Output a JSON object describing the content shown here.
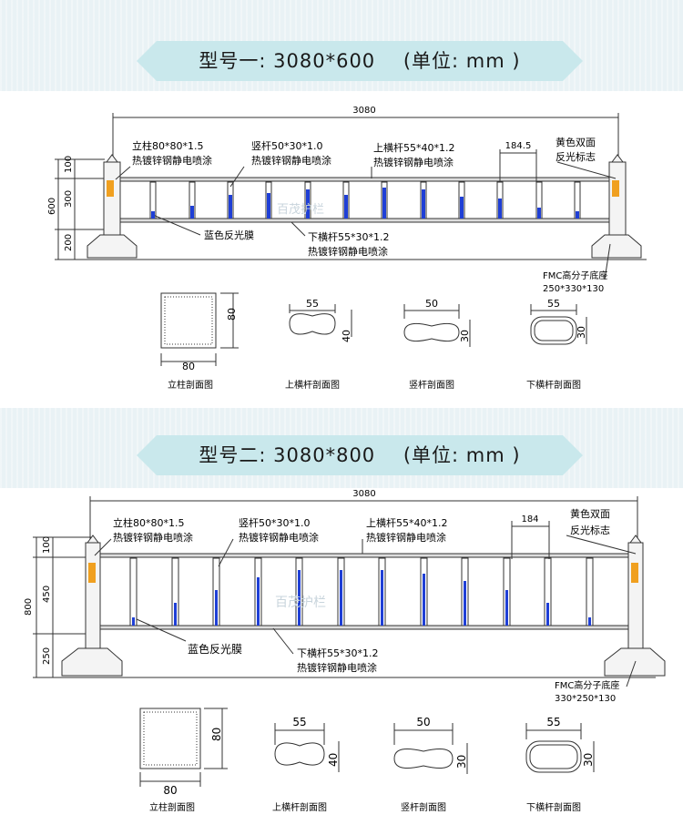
{
  "colors": {
    "band": "#e9f2f5",
    "ribbon": "#c9e8ec",
    "line": "#333333",
    "blue_film": "#1f3fd6",
    "reflector": "#f0a020"
  },
  "models": [
    {
      "title": "型号一: 3080*600    (单位: mm )",
      "total_length": "3080",
      "height_total": "600",
      "height_parts": [
        "100",
        "300",
        "200"
      ],
      "post_label_1": "立柱80*80*1.5",
      "post_label_2": "热镀锌钢静电喷涂",
      "vertical_bar_label_1": "竖杆50*30*1.0",
      "vertical_bar_label_2": "热镀锌钢静电喷涂",
      "top_rail_label_1": "上横杆55*40*1.2",
      "top_rail_label_2": "热镀锌钢静电喷涂",
      "spacing": "184.5",
      "reflect_label_1": "黄色双面",
      "reflect_label_2": "反光标志",
      "blue_film": "蓝色反光膜",
      "bottom_rail_label_1": "下横杆55*30*1.2",
      "bottom_rail_label_2": "热镀锌钢静电喷涂",
      "base_label_1": "FMC高分子底座",
      "base_label_2": "250*330*130",
      "watermark": "百茂护栏",
      "sections": [
        {
          "caption": "立柱剖面图",
          "w": "80",
          "h": "80"
        },
        {
          "caption": "上横杆剖面图",
          "w": "55",
          "h": "40"
        },
        {
          "caption": "竖杆剖面图",
          "w": "50",
          "h": "30"
        },
        {
          "caption": "下横杆剖面图",
          "w": "55",
          "h": "30"
        }
      ]
    },
    {
      "title": "型号二: 3080*800    (单位: mm )",
      "total_length": "3080",
      "height_total": "800",
      "height_parts": [
        "100",
        "450",
        "250"
      ],
      "post_label_1": "立柱80*80*1.5",
      "post_label_2": "热镀锌钢静电喷涂",
      "vertical_bar_label_1": "竖杆50*30*1.0",
      "vertical_bar_label_2": "热镀锌钢静电喷涂",
      "top_rail_label_1": "上横杆55*40*1.2",
      "top_rail_label_2": "热镀锌钢静电喷涂",
      "spacing": "184",
      "reflect_label_1": "黄色双面",
      "reflect_label_2": "反光标志",
      "blue_film": "蓝色反光膜",
      "bottom_rail_label_1": "下横杆55*30*1.2",
      "bottom_rail_label_2": "热镀锌钢静电喷涂",
      "base_label_1": "FMC高分子底座",
      "base_label_2": "330*250*130",
      "watermark": "百茂护栏",
      "sections": [
        {
          "caption": "立柱剖面图",
          "w": "80",
          "h": "80"
        },
        {
          "caption": "上横杆剖面图",
          "w": "55",
          "h": "40"
        },
        {
          "caption": "竖杆剖面图",
          "w": "50",
          "h": "30"
        },
        {
          "caption": "下横杆剖面图",
          "w": "55",
          "h": "30"
        }
      ]
    }
  ]
}
